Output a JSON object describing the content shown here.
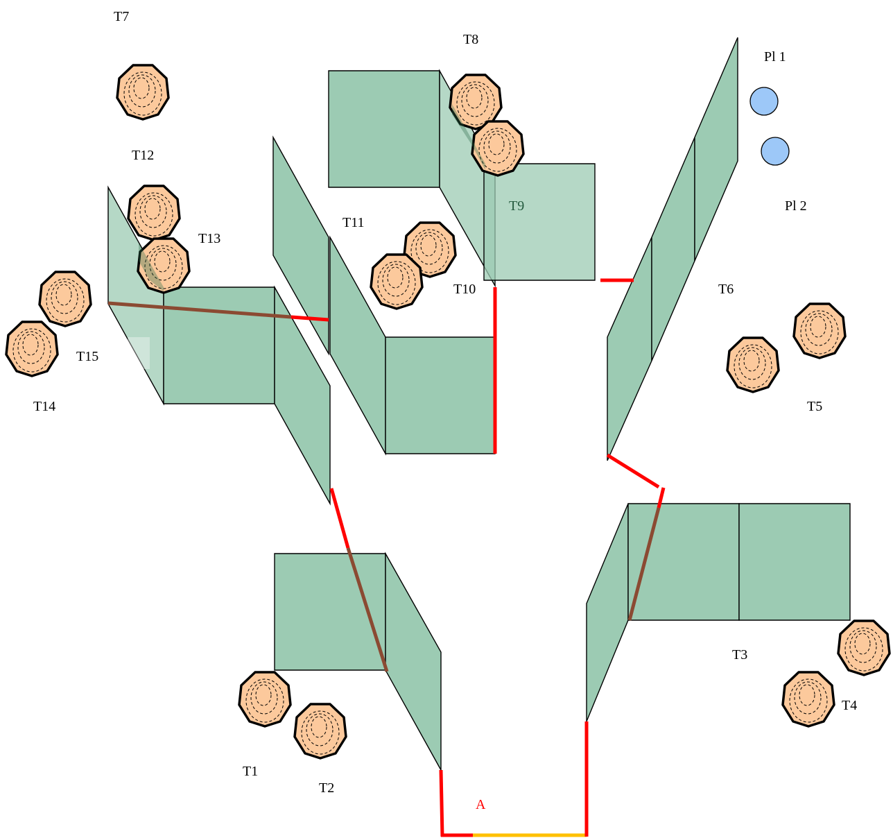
{
  "labels": {
    "t1": "T1",
    "t2": "T2",
    "t3": "T3",
    "t4": "T4",
    "t5": "T5",
    "t6": "T6",
    "t7": "T7",
    "t8": "T8",
    "t9": "T9",
    "t10": "T10",
    "t11": "T11",
    "t12": "T12",
    "t13": "T13",
    "t14": "T14",
    "t15": "T15",
    "pl1": "Pl 1",
    "pl2": "Pl 2",
    "a": "A"
  },
  "colors": {
    "panel": "#9ccbb3",
    "tree": "#fcc99c",
    "pl": "#9dc8f8",
    "wall_red": "#ff0000",
    "wall_brown": "#8b4a32",
    "wall_yellow": "#ffc000",
    "t9_label": "#245a3e"
  },
  "icons": [
    "tree-icon",
    "pl-marker-icon"
  ]
}
